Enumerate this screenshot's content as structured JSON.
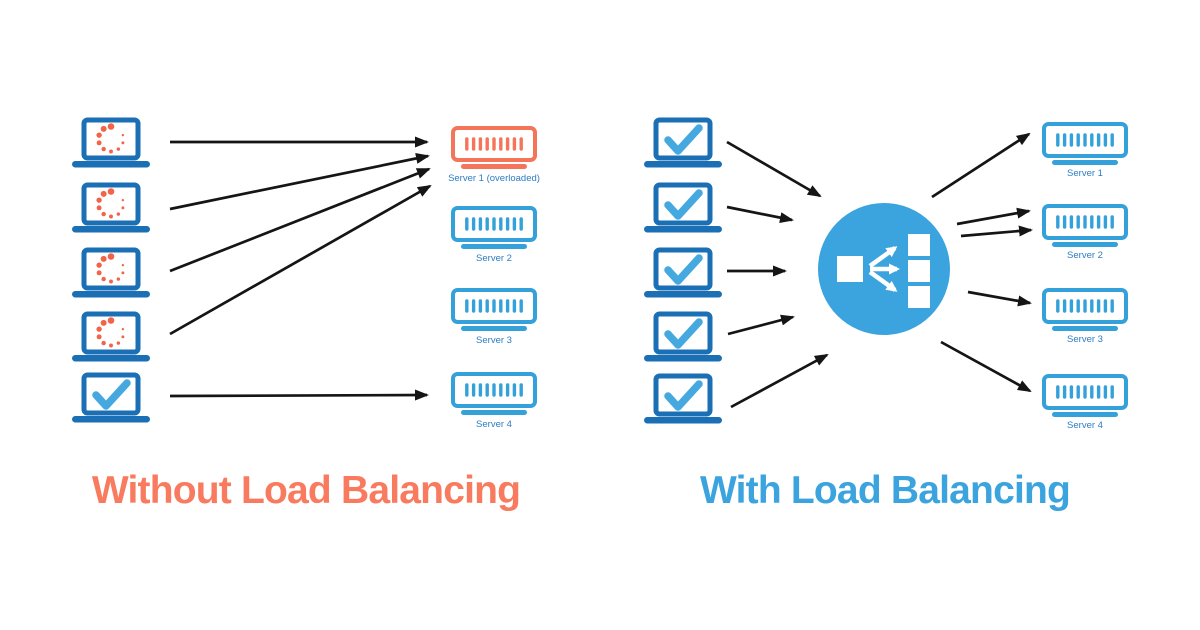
{
  "diagram": {
    "colors": {
      "orange_accent": "#F97B5F",
      "blue_accent": "#3BA4DE",
      "laptop_frame_blue": "#1A6FB5",
      "checkmark_blue": "#45A9E0",
      "server_blue": "#35A1DA",
      "server_overloaded_orange": "#F4755A",
      "server_label_blue": "#2E7CC3",
      "arrow_black": "#151515"
    },
    "left": {
      "title": "Without Load Balancing",
      "clients": [
        {
          "status": "loading"
        },
        {
          "status": "loading"
        },
        {
          "status": "loading"
        },
        {
          "status": "loading"
        },
        {
          "status": "ok"
        }
      ],
      "servers": [
        {
          "label": "Server 1 (overloaded)",
          "state": "overloaded"
        },
        {
          "label": "Server 2",
          "state": "healthy"
        },
        {
          "label": "Server 3",
          "state": "healthy"
        },
        {
          "label": "Server 4",
          "state": "healthy"
        }
      ],
      "connections": [
        "client1→server1",
        "client2→server1",
        "client3→server1",
        "client4→server1",
        "client5→server4"
      ]
    },
    "right": {
      "title": "With Load Balancing",
      "clients": [
        {
          "status": "ok"
        },
        {
          "status": "ok"
        },
        {
          "status": "ok"
        },
        {
          "status": "ok"
        },
        {
          "status": "ok"
        }
      ],
      "load_balancer": {
        "name": "load-balancer"
      },
      "servers": [
        {
          "label": "Server 1",
          "state": "healthy"
        },
        {
          "label": "Server 2",
          "state": "healthy"
        },
        {
          "label": "Server 3",
          "state": "healthy"
        },
        {
          "label": "Server 4",
          "state": "healthy"
        }
      ],
      "connections": [
        "client1→load-balancer",
        "client2→load-balancer",
        "client3→load-balancer",
        "client4→load-balancer",
        "client5→load-balancer",
        "load-balancer→server1",
        "load-balancer→server2",
        "load-balancer→server2",
        "load-balancer→server3",
        "load-balancer→server4"
      ]
    }
  }
}
